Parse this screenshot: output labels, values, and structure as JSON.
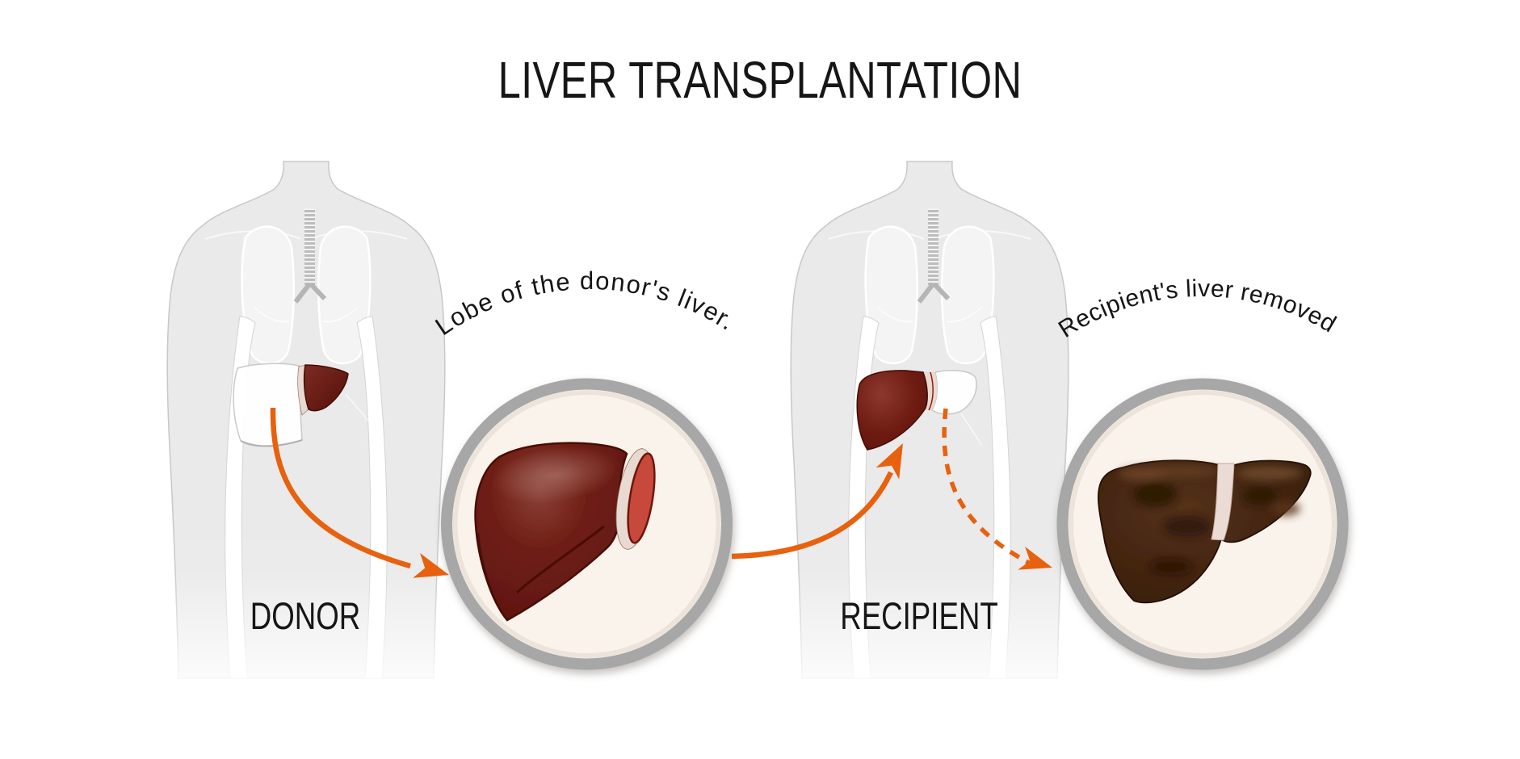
{
  "title": "LIVER TRANSPLANTATION",
  "donor": {
    "label": "DONOR",
    "callout": "Lobe of the donor's liver."
  },
  "recipient": {
    "label": "RECIPIENT",
    "callout": "Recipient's liver removed"
  },
  "colors": {
    "accent_orange": "#e7610e",
    "healthy_liver_dark": "#651a10",
    "cut_face_red": "#c7483a",
    "cut_band_cream": "#e8d9d1",
    "diseased_liver_brown": "#40230f",
    "circle_ring_gray": "#a7a7a7",
    "circle_fill_cream": "#faf3ec",
    "torso_gray": "#eaeaea",
    "text_black": "#161616"
  }
}
